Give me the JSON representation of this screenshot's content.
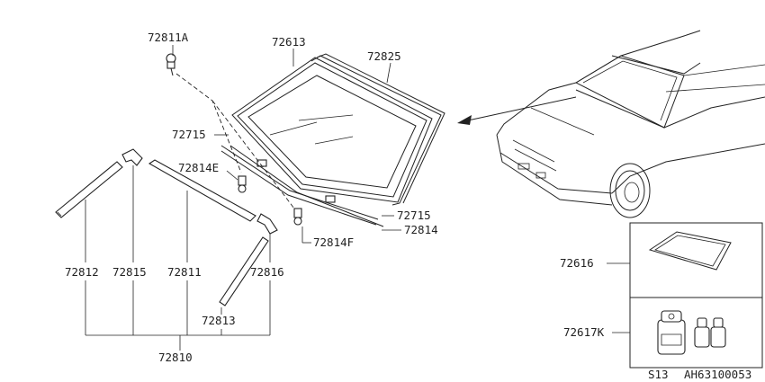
{
  "labels": {
    "p72811A": "72811A",
    "p72613": "72613",
    "p72825": "72825",
    "p72715_top": "72715",
    "p72814E": "72814E",
    "p72715_bottom": "72715",
    "p72814": "72814",
    "p72814F": "72814F",
    "p72812": "72812",
    "p72815": "72815",
    "p72811": "72811",
    "p72816": "72816",
    "p72813": "72813",
    "p72810": "72810",
    "p72616": "72616",
    "p72617K": "72617K"
  },
  "footer": {
    "section": "S13",
    "code": "AH63100053"
  }
}
